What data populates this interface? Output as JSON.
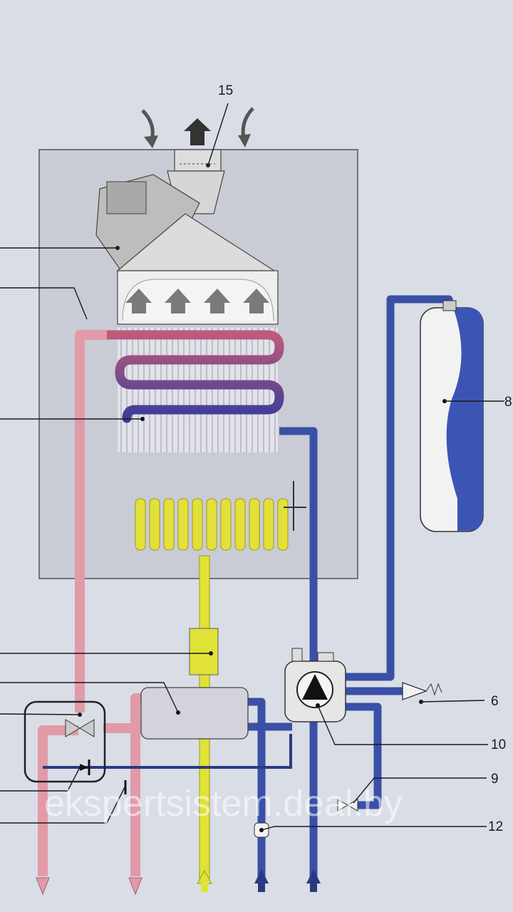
{
  "labels": {
    "l15": "15",
    "l8": "8",
    "l6": "6",
    "l10": "10",
    "l9": "9",
    "l12": "12"
  },
  "watermark": "ekspertsistem.deal.by",
  "colors": {
    "background": "#d9dde6",
    "boiler_body": "#c9ccd4",
    "hot_pipe": "#e29aa8",
    "cold_pipe": "#3a4fa6",
    "gas_pipe": "#e0e236",
    "tank_water": "#3c55b4",
    "arrow_grey": "#555555"
  }
}
